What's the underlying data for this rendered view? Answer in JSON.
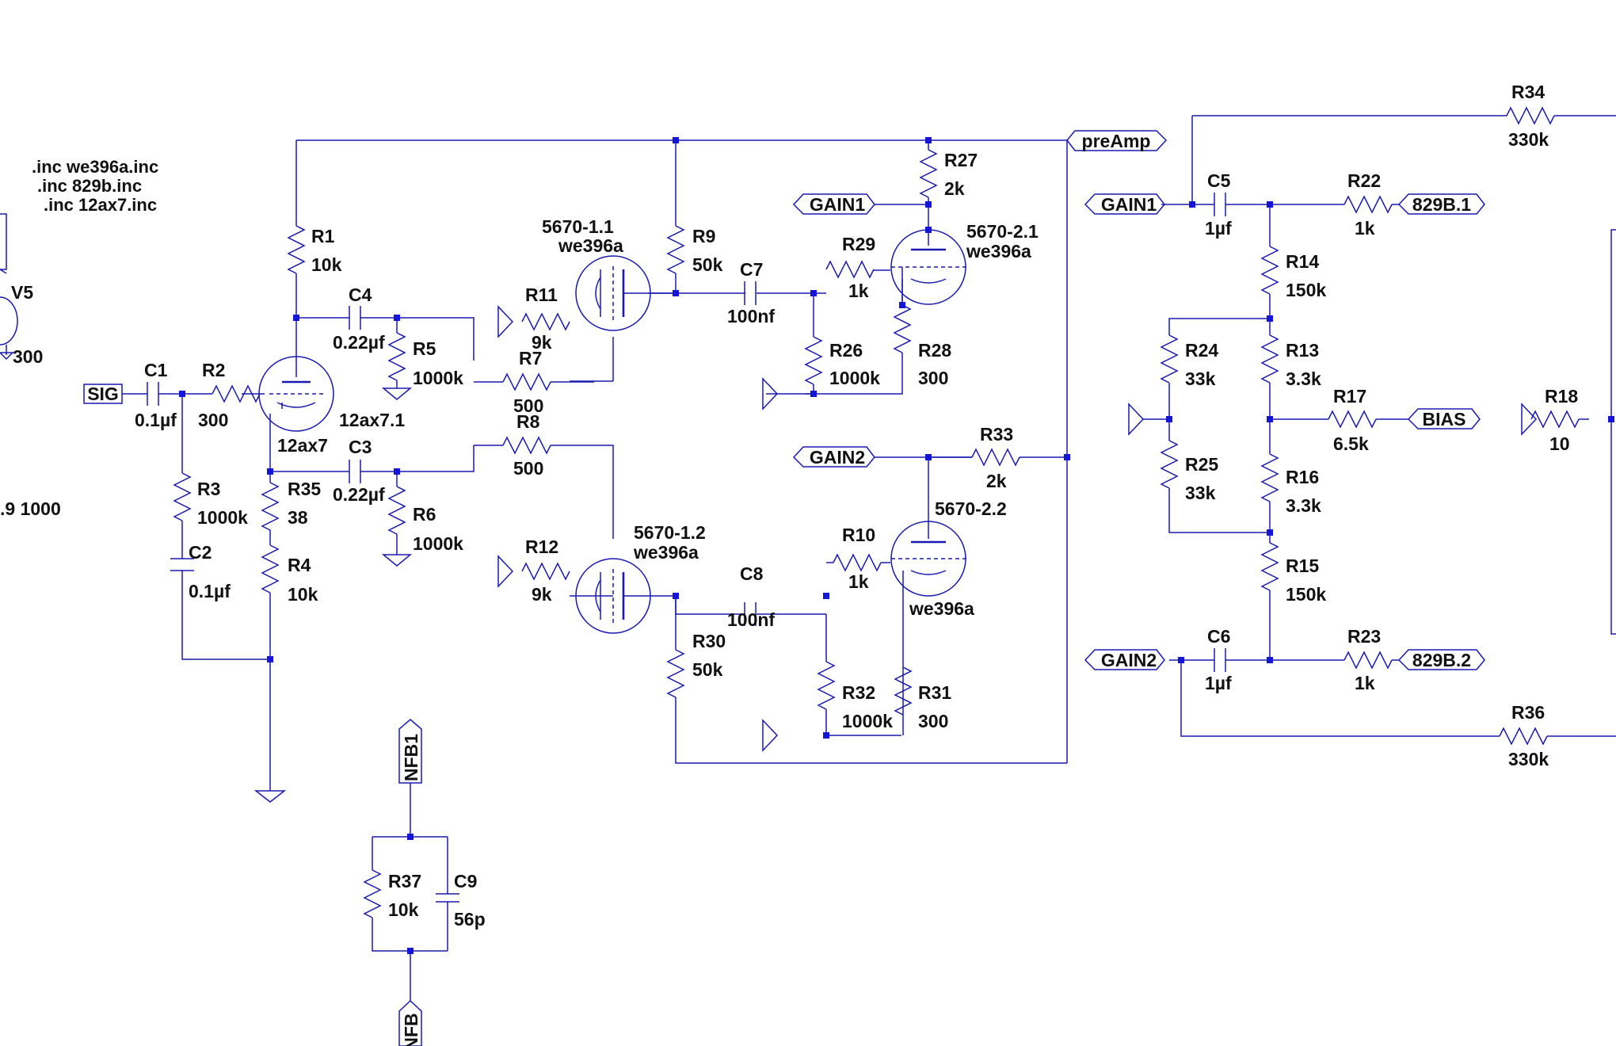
{
  "directives": [
    ".inc we396a.inc",
    ".inc 829b.inc",
    ".inc 12ax7.inc"
  ],
  "partial_text": {
    "v5_name": "V5",
    "v5_value": "300",
    "sweep": ".9 1000"
  },
  "flags": {
    "sig": "SIG",
    "preamp": "preAmp",
    "gain1_left": "GAIN1",
    "gain2_left": "GAIN2",
    "gain1_right": "GAIN1",
    "gain2_right": "GAIN2",
    "out1": "829B.1",
    "out2": "829B.2",
    "bias": "BIAS",
    "nfb1": "NFB1",
    "nfb": "NFB"
  },
  "components": {
    "c1": {
      "name": "C1",
      "value": "0.1µf"
    },
    "r2": {
      "name": "R2",
      "value": "300"
    },
    "r3": {
      "name": "R3",
      "value": "1000k"
    },
    "c2": {
      "name": "C2",
      "value": "0.1µf"
    },
    "r1": {
      "name": "R1",
      "value": "10k"
    },
    "c4": {
      "name": "C4",
      "value": "0.22µf"
    },
    "r5": {
      "name": "R5",
      "value": "1000k"
    },
    "r35": {
      "name": "R35",
      "value": "38"
    },
    "r4": {
      "name": "R4",
      "value": "10k"
    },
    "c3": {
      "name": "C3",
      "value": "0.22µf"
    },
    "r6": {
      "name": "R6",
      "value": "1000k"
    },
    "r7": {
      "name": "R7",
      "value": "500"
    },
    "r8": {
      "name": "R8",
      "value": "500"
    },
    "r11": {
      "name": "R11",
      "value": "9k"
    },
    "r12": {
      "name": "R12",
      "value": "9k"
    },
    "r9": {
      "name": "R9",
      "value": "50k"
    },
    "r30": {
      "name": "R30",
      "value": "50k"
    },
    "c7": {
      "name": "C7",
      "value": "100nf"
    },
    "c8": {
      "name": "C8",
      "value": "100nf"
    },
    "r27": {
      "name": "R27",
      "value": "2k"
    },
    "r29": {
      "name": "R29",
      "value": "1k"
    },
    "r10": {
      "name": "R10",
      "value": "1k"
    },
    "r26": {
      "name": "R26",
      "value": "1000k"
    },
    "r28": {
      "name": "R28",
      "value": "300"
    },
    "r32": {
      "name": "R32",
      "value": "1000k"
    },
    "r31": {
      "name": "R31",
      "value": "300"
    },
    "r33": {
      "name": "R33",
      "value": "2k"
    },
    "r37": {
      "name": "R37",
      "value": "10k"
    },
    "c9": {
      "name": "C9",
      "value": "56p"
    },
    "r34": {
      "name": "R34",
      "value": "330k"
    },
    "c5": {
      "name": "C5",
      "value": "1µf"
    },
    "r22": {
      "name": "R22",
      "value": "1k"
    },
    "r14": {
      "name": "R14",
      "value": "150k"
    },
    "r24": {
      "name": "R24",
      "value": "33k"
    },
    "r13": {
      "name": "R13",
      "value": "3.3k"
    },
    "r17": {
      "name": "R17",
      "value": "6.5k"
    },
    "r25": {
      "name": "R25",
      "value": "33k"
    },
    "r16": {
      "name": "R16",
      "value": "3.3k"
    },
    "r15": {
      "name": "R15",
      "value": "150k"
    },
    "c6": {
      "name": "C6",
      "value": "1µf"
    },
    "r23": {
      "name": "R23",
      "value": "1k"
    },
    "r36": {
      "name": "R36",
      "value": "330k"
    },
    "r18": {
      "name": "R18",
      "value": "10"
    }
  },
  "tubes": {
    "v1": {
      "name": "12ax7.1",
      "model": "12ax7"
    },
    "t11": {
      "name": "5670-1.1",
      "model": "we396a"
    },
    "t12": {
      "name": "5670-1.2",
      "model": "we396a"
    },
    "t21": {
      "name": "5670-2.1",
      "model": "we396a"
    },
    "t22": {
      "name": "5670-2.2",
      "model": "we396a"
    }
  }
}
